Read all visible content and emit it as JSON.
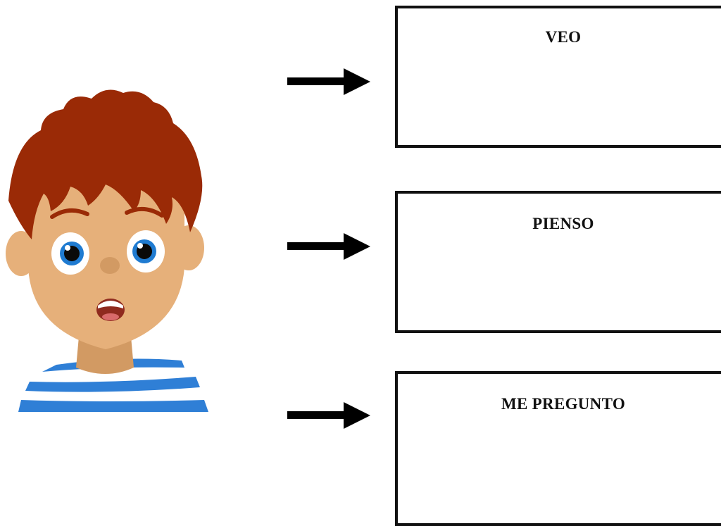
{
  "figure": {
    "character": "boy-thinking-illustration",
    "colors": {
      "hair": "#9a2a06",
      "skin": "#e6b07a",
      "skin_shadow": "#d29a63",
      "eye_iris": "#1f7bd1",
      "shirt_stripe": "#2f7fd6",
      "box_border": "#111111",
      "arrow": "#000000"
    }
  },
  "steps": [
    {
      "label": "VEO"
    },
    {
      "label": "PIENSO"
    },
    {
      "label": "ME PREGUNTO"
    }
  ]
}
